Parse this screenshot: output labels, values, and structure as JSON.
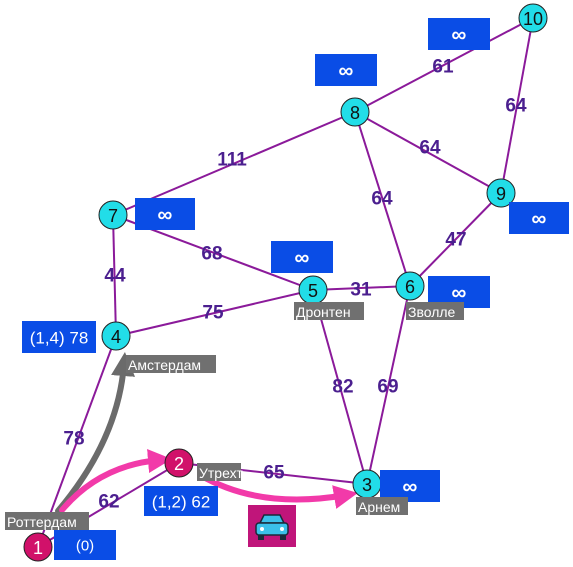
{
  "nodes": [
    {
      "id": "1",
      "fill": "#d1116a",
      "text_color": "#ffffff"
    },
    {
      "id": "2",
      "fill": "#d1116a",
      "text_color": "#ffffff"
    },
    {
      "id": "3",
      "fill": "#22dde8",
      "text_color": "#111111"
    },
    {
      "id": "4",
      "fill": "#22dde8",
      "text_color": "#111111"
    },
    {
      "id": "5",
      "fill": "#22dde8",
      "text_color": "#111111"
    },
    {
      "id": "6",
      "fill": "#22dde8",
      "text_color": "#111111"
    },
    {
      "id": "7",
      "fill": "#22dde8",
      "text_color": "#111111"
    },
    {
      "id": "8",
      "fill": "#22dde8",
      "text_color": "#111111"
    },
    {
      "id": "9",
      "fill": "#22dde8",
      "text_color": "#111111"
    },
    {
      "id": "10",
      "fill": "#22dde8",
      "text_color": "#111111"
    }
  ],
  "edges": [
    {
      "from": "1",
      "to": "4",
      "weight": "78"
    },
    {
      "from": "1",
      "to": "2",
      "weight": "62"
    },
    {
      "from": "2",
      "to": "3",
      "weight": "65"
    },
    {
      "from": "4",
      "to": "7",
      "weight": "44"
    },
    {
      "from": "4",
      "to": "5",
      "weight": "75"
    },
    {
      "from": "7",
      "to": "5",
      "weight": "68"
    },
    {
      "from": "7",
      "to": "8",
      "weight": "111"
    },
    {
      "from": "5",
      "to": "6",
      "weight": "31"
    },
    {
      "from": "5",
      "to": "3",
      "weight": "82"
    },
    {
      "from": "6",
      "to": "3",
      "weight": "69"
    },
    {
      "from": "8",
      "to": "6",
      "weight": "64"
    },
    {
      "from": "8",
      "to": "9",
      "weight": "64"
    },
    {
      "from": "8",
      "to": "10",
      "weight": "61"
    },
    {
      "from": "9",
      "to": "6",
      "weight": "47"
    },
    {
      "from": "10",
      "to": "9",
      "weight": "64"
    }
  ],
  "distance_labels": [
    {
      "node": "1",
      "text": "(0)"
    },
    {
      "node": "2",
      "text": "(1,2) 62"
    },
    {
      "node": "3",
      "text": "∞"
    },
    {
      "node": "4",
      "text": "(1,4) 78"
    },
    {
      "node": "5",
      "text": "∞"
    },
    {
      "node": "6",
      "text": "∞"
    },
    {
      "node": "7",
      "text": "∞"
    },
    {
      "node": "8",
      "text": "∞"
    },
    {
      "node": "9",
      "text": "∞"
    },
    {
      "node": "10",
      "text": "∞"
    }
  ],
  "city_labels": [
    {
      "node": "1",
      "text": "Роттердам"
    },
    {
      "node": "2",
      "text": "Утрехт"
    },
    {
      "node": "3",
      "text": "Арнем"
    },
    {
      "node": "4",
      "text": "Амстердам"
    },
    {
      "node": "5",
      "text": "Дронтен"
    },
    {
      "node": "6",
      "text": "Зволле"
    }
  ],
  "arrows": [
    {
      "from": "1",
      "to": "4",
      "color": "#6b6b6b"
    },
    {
      "from": "1",
      "to": "2",
      "color": "#f23aa9"
    },
    {
      "from": "2",
      "to": "3",
      "color": "#f23aa9"
    }
  ],
  "car_icon": {
    "name": "car-icon",
    "background": "#c0157a",
    "body_color": "#3bc0ea"
  }
}
